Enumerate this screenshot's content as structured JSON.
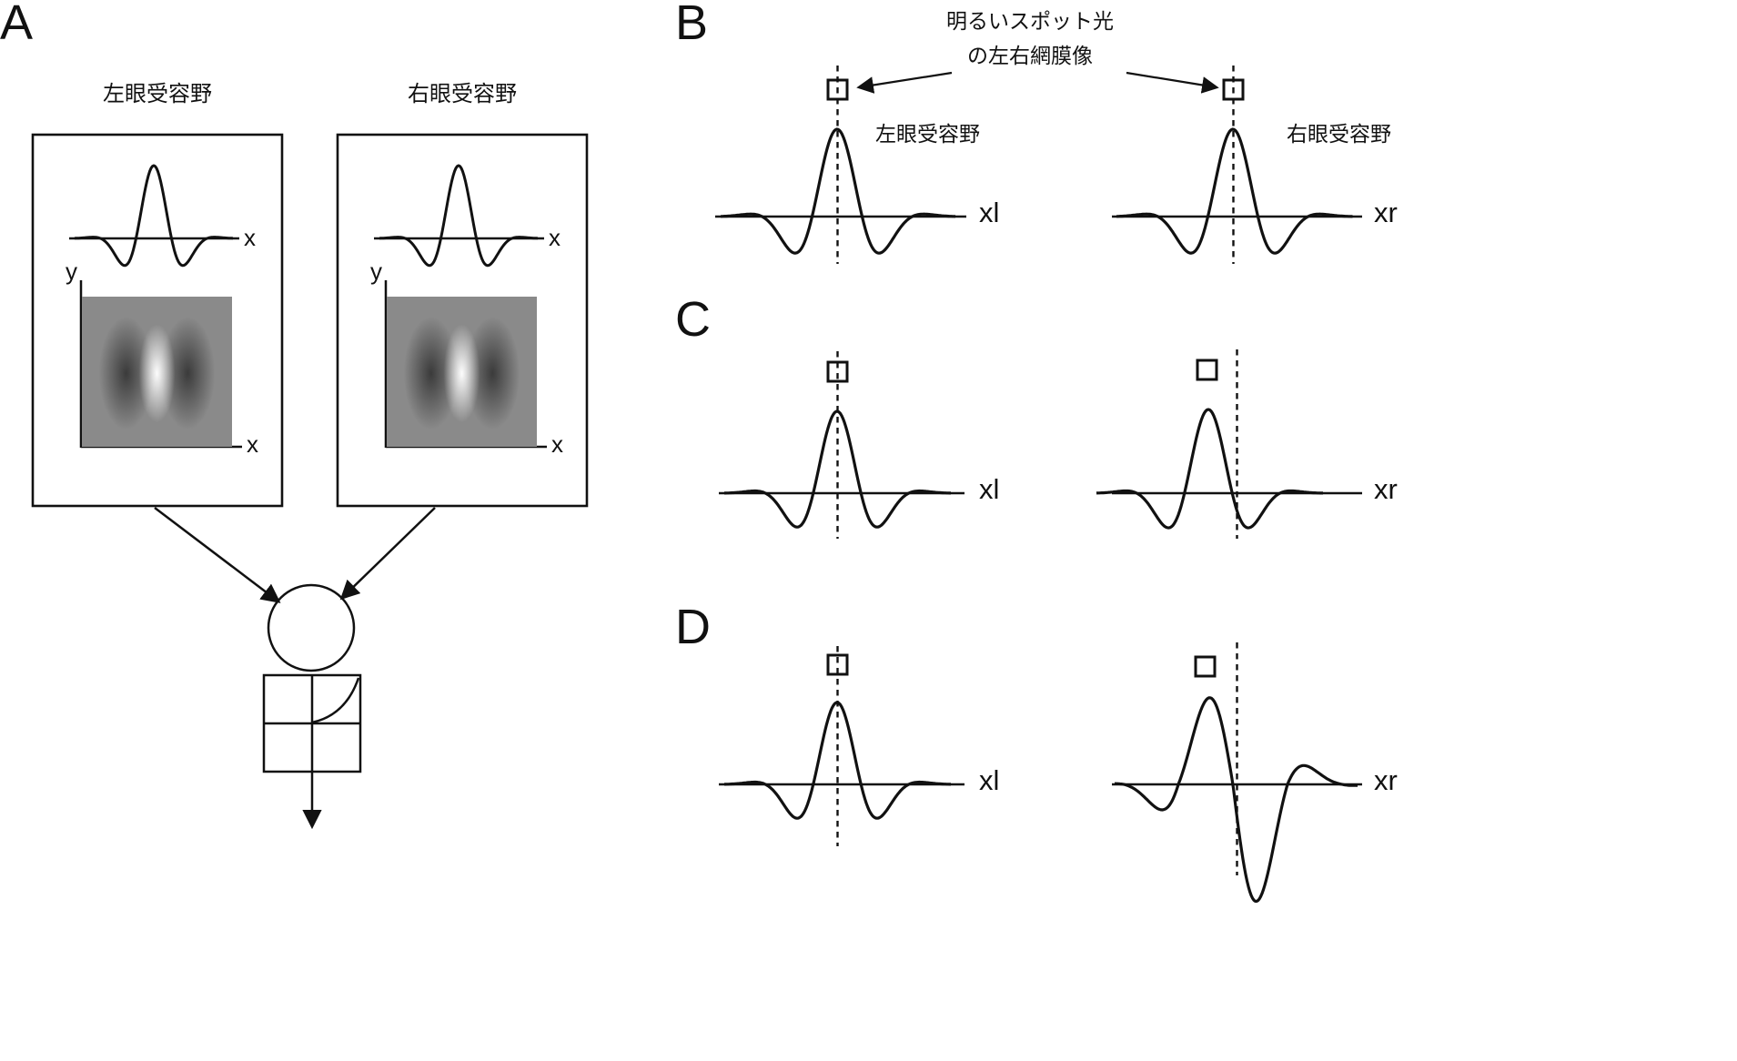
{
  "panels": {
    "a": {
      "label": "A",
      "left_box_title": "左眼受容野",
      "right_box_title": "右眼受容野",
      "x_axis_label": "x",
      "y_axis_label": "y"
    },
    "b": {
      "label": "B",
      "caption_line1": "明るいスポット光",
      "caption_line2": "の左右網膜像",
      "left_rf_label": "左眼受容野",
      "right_rf_label": "右眼受容野",
      "left_axis_label": "xl",
      "right_axis_label": "xr"
    },
    "c": {
      "label": "C",
      "left_axis_label": "xl",
      "right_axis_label": "xr"
    },
    "d": {
      "label": "D",
      "left_axis_label": "xl",
      "right_axis_label": "xr"
    }
  },
  "colors": {
    "ink": "#111111",
    "patch_gray": "#8a8a8a",
    "background": "#ffffff"
  }
}
